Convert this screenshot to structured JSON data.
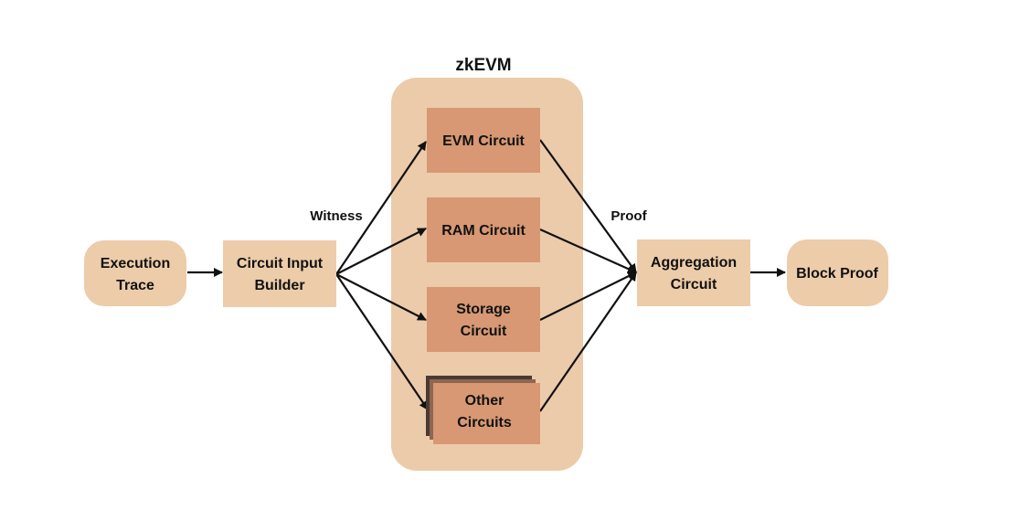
{
  "diagram": {
    "container": {
      "title": "zkEVM"
    },
    "nodes": {
      "execution_trace": {
        "lines": [
          "Execution",
          "Trace"
        ]
      },
      "circuit_input_builder": {
        "lines": [
          "Circuit Input",
          "Builder"
        ]
      },
      "evm_circuit": {
        "lines": [
          "EVM Circuit"
        ]
      },
      "ram_circuit": {
        "lines": [
          "RAM Circuit"
        ]
      },
      "storage_circuit": {
        "lines": [
          "Storage",
          "Circuit"
        ]
      },
      "other_circuits": {
        "lines": [
          "Other",
          "Circuits"
        ]
      },
      "aggregation_circuit": {
        "lines": [
          "Aggregation",
          "Circuit"
        ]
      },
      "block_proof": {
        "lines": [
          "Block Proof"
        ]
      }
    },
    "edge_labels": {
      "witness": "Witness",
      "proof": "Proof"
    },
    "edges": [
      {
        "from": "execution_trace",
        "to": "circuit_input_builder"
      },
      {
        "from": "circuit_input_builder",
        "to": "evm_circuit",
        "label": "witness"
      },
      {
        "from": "circuit_input_builder",
        "to": "ram_circuit"
      },
      {
        "from": "circuit_input_builder",
        "to": "storage_circuit"
      },
      {
        "from": "circuit_input_builder",
        "to": "other_circuits"
      },
      {
        "from": "evm_circuit",
        "to": "aggregation_circuit",
        "label": "proof"
      },
      {
        "from": "ram_circuit",
        "to": "aggregation_circuit"
      },
      {
        "from": "storage_circuit",
        "to": "aggregation_circuit"
      },
      {
        "from": "other_circuits",
        "to": "aggregation_circuit"
      },
      {
        "from": "aggregation_circuit",
        "to": "block_proof"
      }
    ],
    "colors": {
      "light_fill": "#EDCCAA",
      "container_fill": "#ECCBAA",
      "circuit_fill": "#D79873",
      "circuit_shadow": "#4A3A33",
      "text": "#111111",
      "edge": "#111111"
    }
  }
}
